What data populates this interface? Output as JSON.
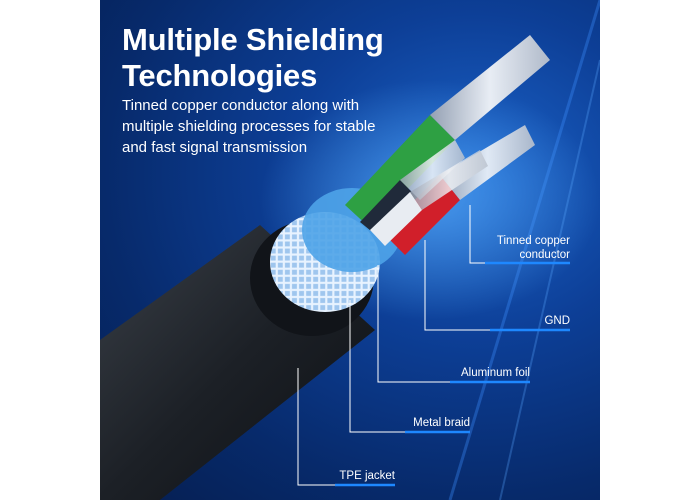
{
  "headline": {
    "line1": "Multiple Shielding",
    "line2": "Technologies"
  },
  "subtext": {
    "line1": "Tinned copper conductor along with",
    "line2": "multiple shielding processes for stable",
    "line3": "and fast signal transmission"
  },
  "labels": {
    "tinned_copper_line1": "Tinned copper",
    "tinned_copper_line2": "conductor",
    "gnd": "GND",
    "aluminum_foil": "Aluminum foil",
    "metal_braid": "Metal braid",
    "tpe_jacket": "TPE jacket"
  },
  "colors": {
    "background": "#0b3a8a",
    "accent_line": "#1e88ff",
    "jacket": "#1f242b",
    "wire_green": "#2ea043",
    "wire_red": "#d11f2a",
    "wire_white": "#e8ecf2",
    "wire_black": "#202a3a"
  }
}
